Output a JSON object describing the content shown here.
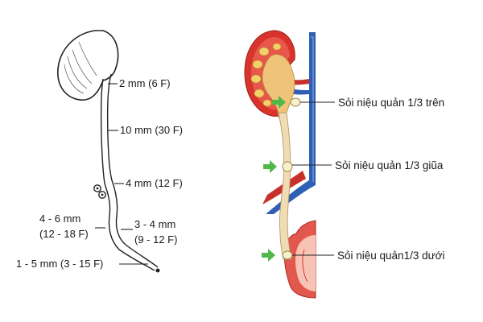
{
  "left_diagram": {
    "labels": {
      "kidney_outlet": "2 mm (6 F)",
      "upper_ureter": "10 mm (30 F)",
      "mid_ureter": "4 mm (12 F)",
      "bend_line1": "4 - 6 mm",
      "bend_line2": "(12 - 18 F)",
      "lower_line1": "3 - 4 mm",
      "lower_line2": "(9 - 12 F)",
      "outlet": "1 - 5 mm (3 - 15 F)"
    }
  },
  "right_diagram": {
    "labels": {
      "upper_stone": "Sỏi niệu quản 1/3 trên",
      "middle_stone": "Sỏi niệu quản 1/3 giũa",
      "lower_stone": "Sỏi niệu quản1/3 dưới"
    },
    "colors": {
      "arrow": "#4fb848",
      "kidney": "#d8342c",
      "vein": "#2f5fb5",
      "artery": "#c8302a",
      "ureter": "#efdcb4",
      "stone": "#f6f0cc"
    }
  }
}
